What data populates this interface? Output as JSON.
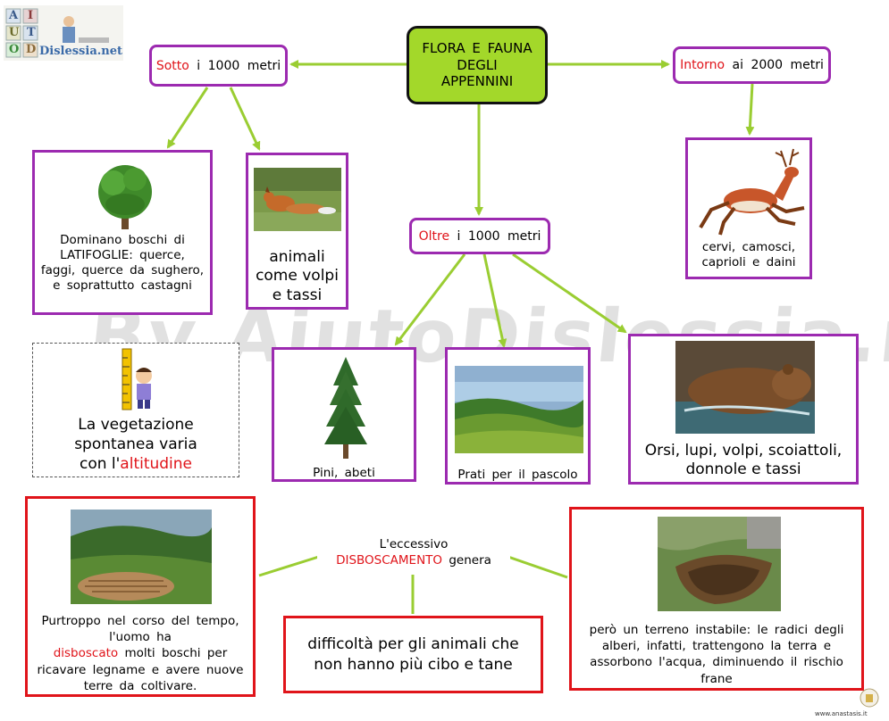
{
  "logo": {
    "letters": [
      "A",
      "I",
      "U",
      "T",
      "O",
      "D"
    ],
    "text": "Dislessia.net"
  },
  "watermark": "By AiutoDislessia.net",
  "center": {
    "title": "FLORA E FAUNA DEGLI APPENNINI"
  },
  "sotto": {
    "highlight": "Sotto",
    "rest": " i 1000 metri"
  },
  "oltre": {
    "highlight": "Oltre",
    "rest": " i 1000 metri"
  },
  "intorno": {
    "highlight": "Intorno",
    "rest": " ai 2000 metri"
  },
  "latifoglie": {
    "text": "Dominano boschi di LATIFOGLIE: querce, faggi, querce da sughero, e soprattutto castagni"
  },
  "animali_volpi": {
    "text": "animali come volpi e tassi"
  },
  "cervi": {
    "text": "cervi, camosci, caprioli e daini"
  },
  "pini": {
    "text": "Pini, abeti"
  },
  "prati": {
    "text": "Prati per il pascolo"
  },
  "orsi": {
    "text": "Orsi, lupi, volpi, scoiattoli, donnole e tassi"
  },
  "vegetazione": {
    "text": "La vegetazione spontanea varia con l'",
    "highlight": "altitudine"
  },
  "disboscamento": {
    "prefix": "L'eccessivo",
    "highlight": "DISBOSCAMENTO",
    "suffix": " genera"
  },
  "purtroppo": {
    "text1": "Purtroppo nel corso del tempo, l'uomo ha",
    "highlight": "disboscato",
    "text2": " molti boschi per ricavare legname e avere nuove terre da coltivare."
  },
  "difficolta": {
    "text": "difficoltà per gli animali che non hanno più cibo e tane"
  },
  "terreno": {
    "text": "però un terreno instabile: le radici degli alberi, infatti, trattengono la terra e assorbono l'acqua, diminuendo il rischio frane"
  },
  "footer": {
    "credit": "www.anastasis.it"
  },
  "colors": {
    "green": "#9acd32",
    "purple": "#9c2ab0",
    "red": "#e0141a",
    "center_bg": "#a3d82a"
  }
}
